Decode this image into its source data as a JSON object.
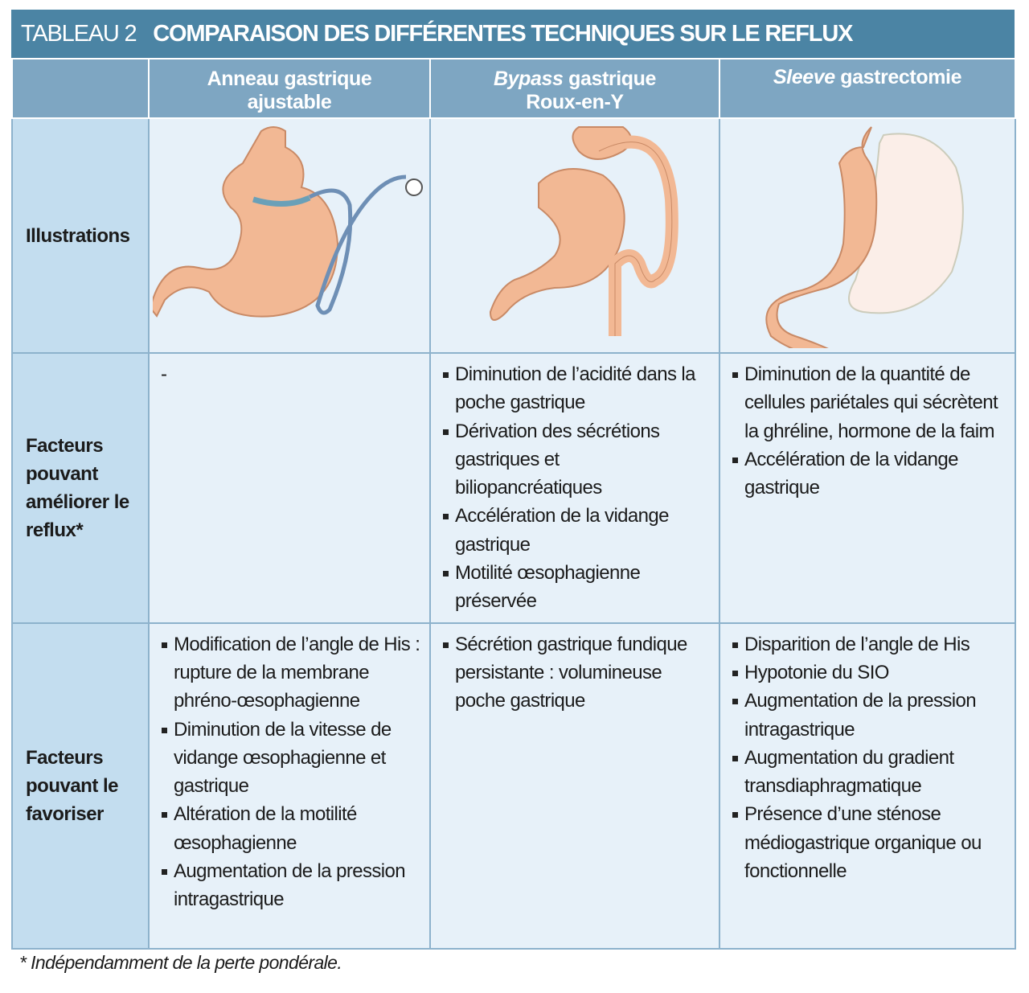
{
  "title": {
    "number": "TABLEAU 2",
    "text": "COMPARAISON DES DIFFÉRENTES TECHNIQUES SUR LE REFLUX"
  },
  "columns": [
    {
      "line1_em": "",
      "line1": "Anneau gastrique",
      "line2": "ajustable"
    },
    {
      "line1_em": "Bypass",
      "line1": " gastrique",
      "line2": "Roux-en-Y"
    },
    {
      "line1_em": "Sleeve",
      "line1": " gastrectomie",
      "line2": ""
    }
  ],
  "rows": {
    "illustrations": {
      "label": "Illustrations"
    },
    "ameliorer": {
      "label": "Facteurs pouvant améliorer le reflux*",
      "anneau": "-",
      "bypass": [
        "Diminution de l’acidité dans la poche gastrique",
        "Dérivation des sécrétions gastriques et biliopancréatiques",
        "Accélération de la vidange gastrique",
        "Motilité œsophagienne préservée"
      ],
      "sleeve": [
        "Diminution de la quantité de cellules pariétales qui sécrètent la ghréline, hormone de la faim",
        "Accélération de la vidange gastrique"
      ]
    },
    "favoriser": {
      "label": "Facteurs pouvant le favoriser",
      "anneau": [
        "Modification de l’angle de His : rupture de la membrane phréno-œsophagienne",
        "Diminution de la vitesse de vidange œsophagienne et gastrique",
        "Altération de la motilité œsophagienne",
        "Augmentation de la pression intragastrique"
      ],
      "bypass": [
        "Sécrétion gastrique fundique persistante : volumineuse poche gastrique"
      ],
      "sleeve": [
        "Disparition de l’angle de His",
        "Hypotonie du SIO",
        "Augmentation de la pression intragastrique",
        "Augmentation du gradient transdiaphragmatique",
        "Présence d’une sténose médiogastrique organique ou fonctionnelle"
      ]
    }
  },
  "footnote": "* Indépendamment de la perte pondérale.",
  "colors": {
    "title_bg": "#4b84a4",
    "header_bg": "#7ea6c2",
    "label_bg": "#c3ddef",
    "cell_bg": "#e7f1f9",
    "stomach": "#f2b894"
  }
}
